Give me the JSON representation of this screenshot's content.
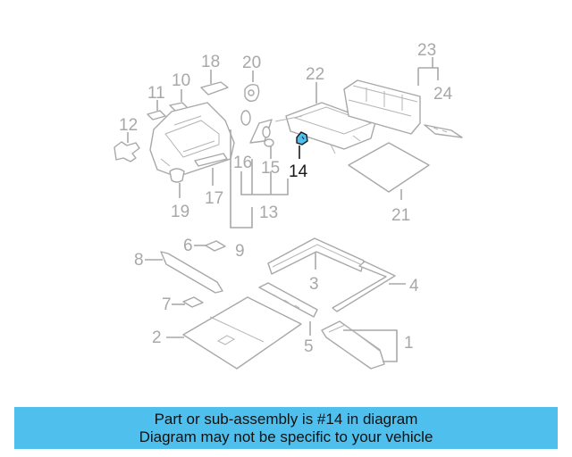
{
  "diagram": {
    "callouts": [
      "1",
      "2",
      "3",
      "4",
      "5",
      "6",
      "7",
      "8",
      "9",
      "10",
      "11",
      "12",
      "13",
      "14",
      "15",
      "16",
      "17",
      "18",
      "19",
      "20",
      "21",
      "22",
      "23",
      "24"
    ],
    "highlighted_callout": "14",
    "colors": {
      "highlight": "#4fc0ee",
      "line": "#a8a8a8",
      "highlight_outline": "#1a1a1a"
    }
  },
  "banner": {
    "line1": "Part or sub-assembly is #14 in diagram",
    "line2": "Diagram may not be specific to your vehicle"
  }
}
